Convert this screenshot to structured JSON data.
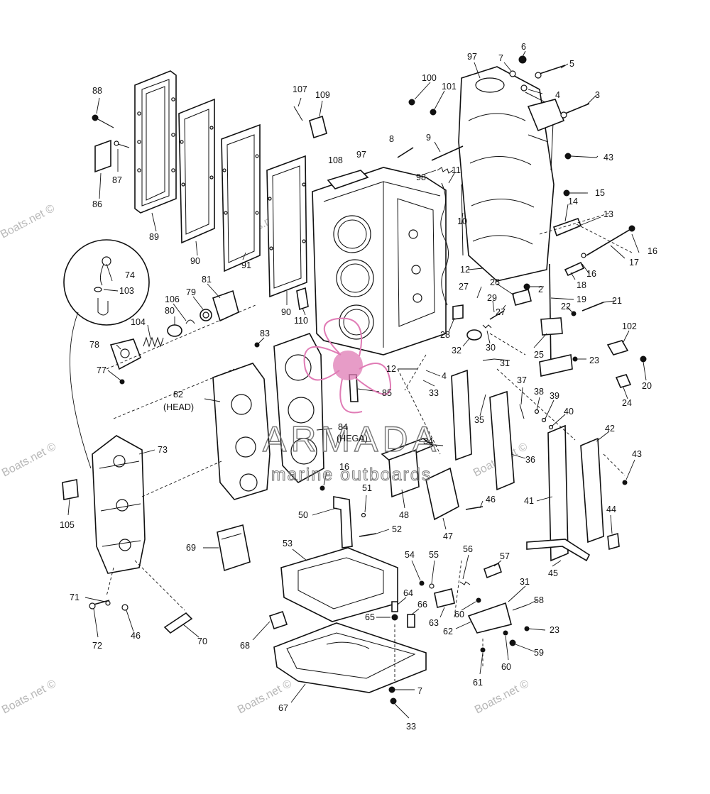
{
  "watermark": {
    "site_text": "Boats.net ©",
    "brand_name": "ARMADA",
    "brand_tagline": "marine outboards",
    "brand_color": "#e07bb5",
    "outline_color": "#777777"
  },
  "callouts": {
    "c100": "100",
    "c101": "101",
    "c97a": "97",
    "c7a": "7",
    "c6": "6",
    "c5": "5",
    "c4a": "4",
    "c3": "3",
    "c8": "8",
    "c9": "9",
    "c98": "98",
    "c11": "11",
    "c43a": "43",
    "c15": "15",
    "c14": "14",
    "c13": "13",
    "c10": "10",
    "c17": "17",
    "c16a": "16",
    "c16b": "16",
    "c18": "18",
    "c12a": "12",
    "c26": "26",
    "c2": "2",
    "c19": "19",
    "c21": "21",
    "c22": "22",
    "c27a": "27",
    "c29": "29",
    "c27b": "27",
    "c28": "28",
    "c32": "32",
    "c30": "30",
    "c31": "31",
    "c102": "102",
    "c25": "25",
    "c23a": "23",
    "c20": "20",
    "c24": "24",
    "c88": "88",
    "c87": "87",
    "c86": "86",
    "c89": "89",
    "c90a": "90",
    "c91": "91",
    "c90b": "90",
    "c107": "107",
    "c109": "109",
    "c108": "108",
    "c97b": "97",
    "c110": "110",
    "c74": "74",
    "c103": "103",
    "c81": "81",
    "c106": "106",
    "c79": "79",
    "c80": "80",
    "c104": "104",
    "c78": "78",
    "c77": "77",
    "c83": "83",
    "c82": "82",
    "c82sub": "(HEAD)",
    "c12b": "12",
    "c4b": "4",
    "c33a": "33",
    "c85": "85",
    "c84": "84",
    "c84sub": "(HEGA)",
    "c73": "73",
    "c105": "105",
    "c37": "37",
    "c38": "38",
    "c39": "39",
    "c40": "40",
    "c35": "35",
    "c36": "36",
    "c34": "34",
    "c42": "42",
    "c43b": "43",
    "c41": "41",
    "c44": "44",
    "c16c": "16",
    "c51": "51",
    "c50": "50",
    "c48": "48",
    "c46a": "46",
    "c47": "47",
    "c52": "52",
    "c69": "69",
    "c53": "53",
    "c45": "45",
    "c54": "54",
    "c55": "55",
    "c56": "56",
    "c57": "57",
    "c31b": "31",
    "c58": "58",
    "c64": "64",
    "c65": "65",
    "c66": "66",
    "c63": "63",
    "c60a": "60",
    "c62": "62",
    "c23b": "23",
    "c59": "59",
    "c60b": "60",
    "c61": "61",
    "c71": "71",
    "c46b": "46",
    "c72": "72",
    "c70": "70",
    "c68": "68",
    "c7b": "7",
    "c67": "67",
    "c33b": "33"
  }
}
